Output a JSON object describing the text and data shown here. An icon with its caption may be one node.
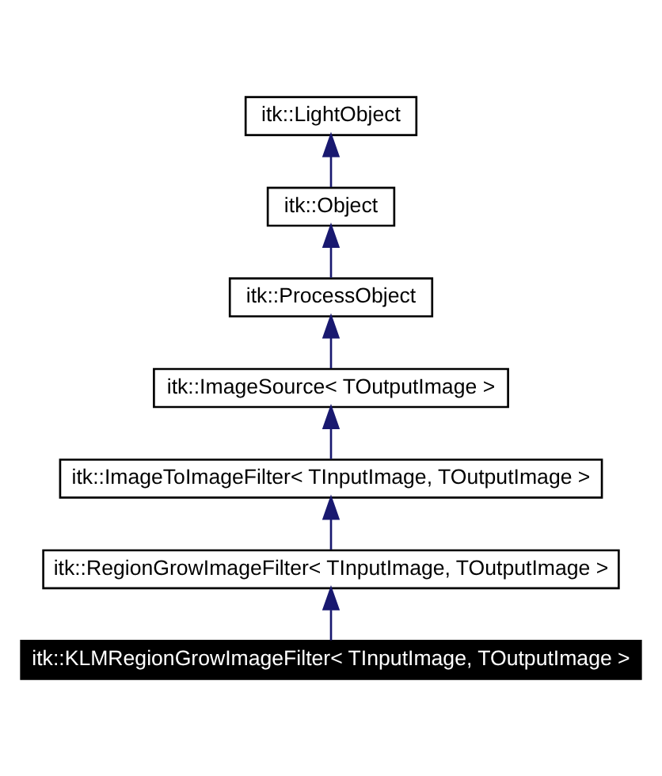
{
  "diagram": {
    "nodes": [
      {
        "text": [
          "itk::LightObject"
        ]
      },
      {
        "text": [
          "itk::Object"
        ]
      },
      {
        "text": [
          "itk::ProcessObject"
        ]
      },
      {
        "text": [
          "itk::ImageSource< TOutputImage >"
        ]
      },
      {
        "text": [
          "itk::ImageToImageFilter< TInputImage, TOutputImage >"
        ]
      },
      {
        "text": [
          "itk::RegionGrowImageFilter< TInputImage, TOutputImage >"
        ]
      },
      {
        "text": [
          "itk::KLMRegionGrowImageFilter< TInputImage, TOutputImage >"
        ]
      }
    ],
    "edges": [
      {
        "from": 1,
        "to": 0,
        "arrow": "to"
      },
      {
        "from": 2,
        "to": 1,
        "arrow": "to"
      },
      {
        "from": 3,
        "to": 2,
        "arrow": "to"
      },
      {
        "from": 4,
        "to": 3,
        "arrow": "to"
      },
      {
        "from": 5,
        "to": 4,
        "arrow": "to"
      },
      {
        "from": 6,
        "to": 5,
        "arrow": "to"
      }
    ]
  }
}
